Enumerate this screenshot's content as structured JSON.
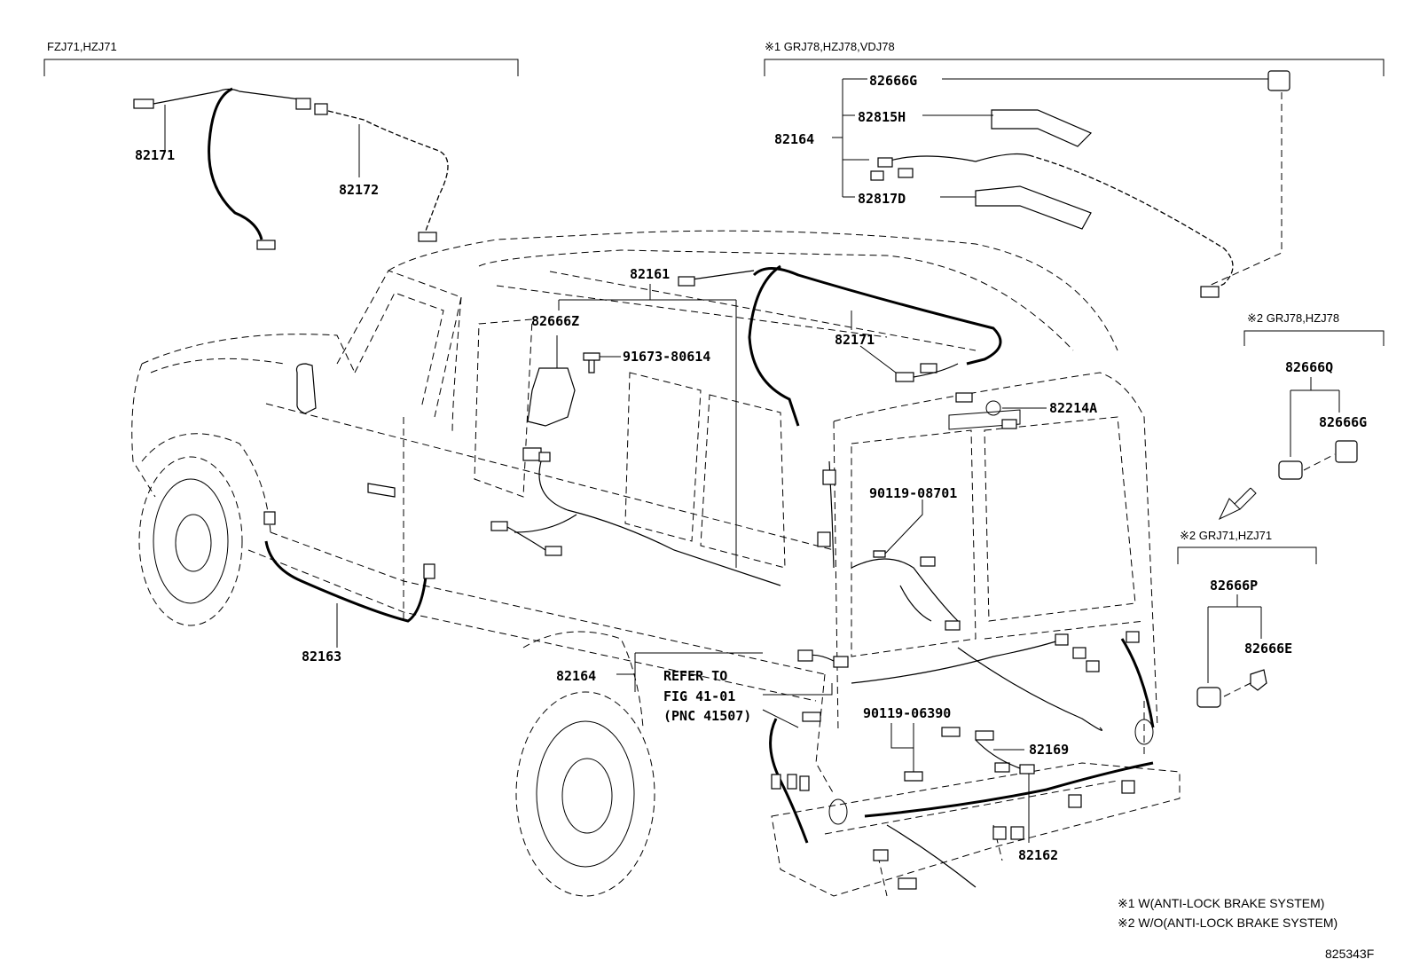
{
  "diagram_id": "825343F",
  "variant_groups": [
    {
      "id": "fzj71",
      "label": "FZJ71,HZJ71"
    },
    {
      "id": "abs1",
      "label": "※1 GRJ78,HZJ78,VDJ78"
    },
    {
      "id": "noabs2a",
      "label": "※2 GRJ78,HZJ78"
    },
    {
      "id": "noabs2b",
      "label": "※2 GRJ71,HZJ71"
    }
  ],
  "parts": {
    "p82171_top": "82171",
    "p82172": "82172",
    "p82666G_top": "82666G",
    "p82815H": "82815H",
    "p82164_top": "82164",
    "p82817D": "82817D",
    "p82161": "82161",
    "p82171_mid": "82171",
    "p82666Z": "82666Z",
    "p91673": "91673-80614",
    "p82214A": "82214A",
    "p82666Q": "82666Q",
    "p82666G_right": "82666G",
    "p90119_08701": "90119-08701",
    "p82666P": "82666P",
    "p82666E": "82666E",
    "p82163": "82163",
    "p82164_mid": "82164",
    "p90119_06390": "90119-06390",
    "p82169": "82169",
    "p82162": "82162"
  },
  "reference": {
    "line1": "REFER TO",
    "line2": "FIG 41-01",
    "line3": "(PNC 41507)"
  },
  "notes": {
    "n1": "※1 W(ANTI-LOCK BRAKE SYSTEM)",
    "n2": "※2 W/O(ANTI-LOCK BRAKE SYSTEM)"
  }
}
